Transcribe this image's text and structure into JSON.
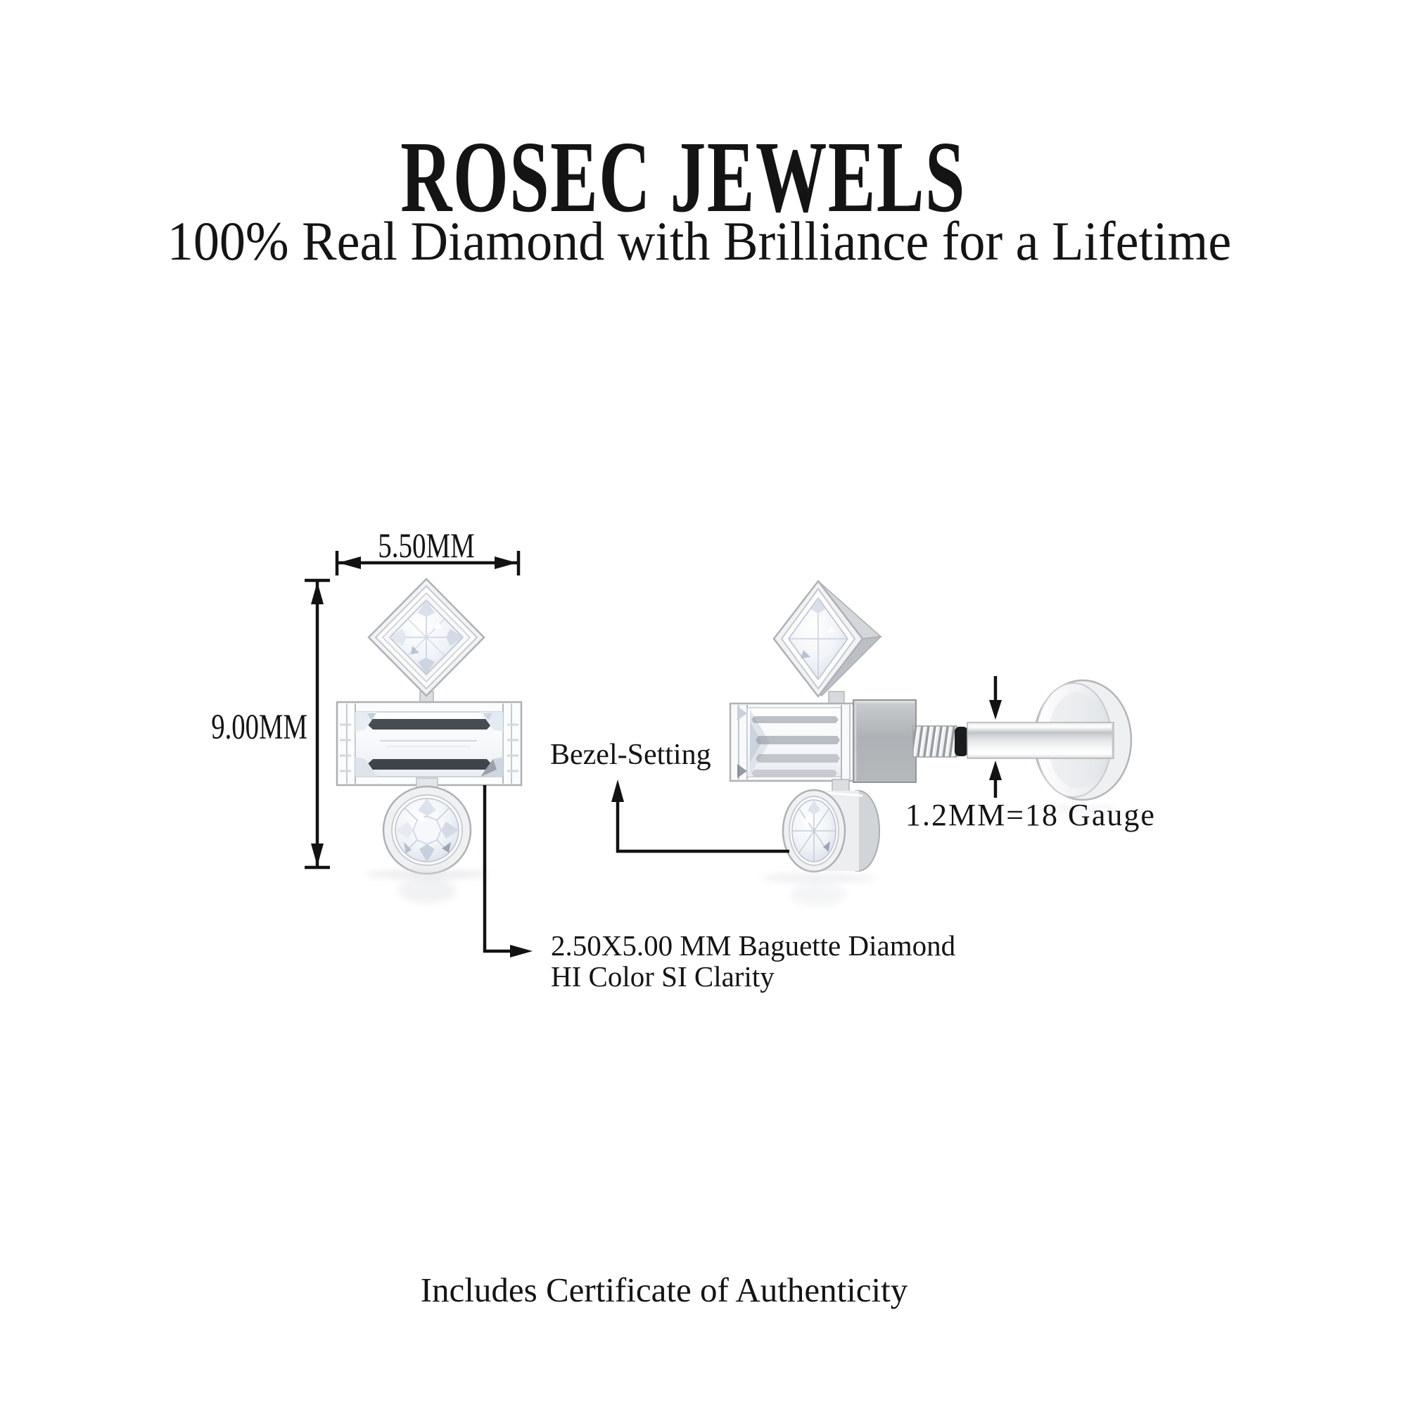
{
  "header": {
    "brand": "ROSEC JEWELS",
    "tagline": "100% Real Diamond with Brilliance for a Lifetime"
  },
  "diagram": {
    "width_label": "5.50MM",
    "height_label": "9.00MM",
    "setting_label": "Bezel-Setting",
    "stone_label_line1": "2.50X5.00 MM Baguette Diamond",
    "stone_label_line2": "HI Color SI Clarity",
    "gauge_label": "1.2MM=18 Gauge"
  },
  "footer": {
    "note": "Includes Certificate of Authenticity"
  },
  "colors": {
    "background": "#ffffff",
    "text": "#141414",
    "annotation_line": "#121212",
    "metal_light": "#f2f3f5",
    "metal_mid": "#c9ccd0",
    "metal_dark": "#9aa0a8",
    "stone_tint": "#dde3ee",
    "o_ring": "#1b1c1e"
  }
}
